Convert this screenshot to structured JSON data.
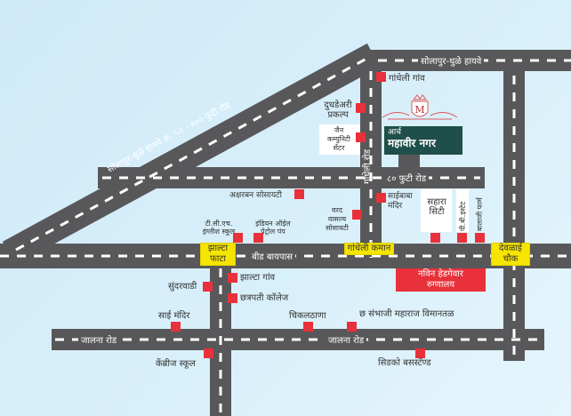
{
  "title": {
    "small": "आर्च",
    "main": "महावीर नगर",
    "logo_letter": "M"
  },
  "roads": {
    "highway_top": "सोलापुर-धुळे हायवे",
    "diagonal": "सोलापुर-धुळे हायवे क्र. ५२ - २०० फुटी रोड",
    "gandheli_road": "गांधेली रोड",
    "road80": "८० फुटी रोड",
    "bypass": "बीड बायपास",
    "jalna1": "जालना रोड",
    "jalna2": "जालना रोड"
  },
  "junctions": {
    "zhalta_fata": "झाल्टा फाटा",
    "gandheli_kaman": "गांधेली कमान",
    "deolai_chowk": "देवळाई चौक"
  },
  "hospital": "नविन हेडगेवार रुग्णालय",
  "landmarks": {
    "gandheli_gaon": "गांधेली गांव",
    "dudhdairy": "दुधडेअरी प्रकल्प",
    "jain": "जैन कम्युनिटी सेंटर",
    "akshar": "अक्षरबन सोसायटी",
    "saibaba": "साईबाबा मंदिर",
    "varad": "वरद वासल्य सोसायटी",
    "tcs": "टी.सी.एच. इंग्लीश स्कूल",
    "ioc": "इंडियन ऑईल पेट्रोल पंप",
    "sahara": "सहारा सिटी",
    "estate": "पी.बी.इस्टेट",
    "balaji": "बालाजी फार्म",
    "zhalta_gaon": "झाल्टा गांव",
    "sundarwadi": "सुंदरवाडी",
    "chhatrapati": "छत्रपती कॉलेज",
    "sai": "साई मंदिर",
    "chikal": "चिकलठाणा",
    "airport": "छ संभाजी महाराज विमानतळ",
    "cambridge": "केंब्रीज स्कूल",
    "cidco": "सिडको बसस्टॅण्ड"
  },
  "colors": {
    "road": "#58585a",
    "pin": "#e8313a",
    "junction": "#f6e500",
    "brand": "#1f4f4a"
  }
}
